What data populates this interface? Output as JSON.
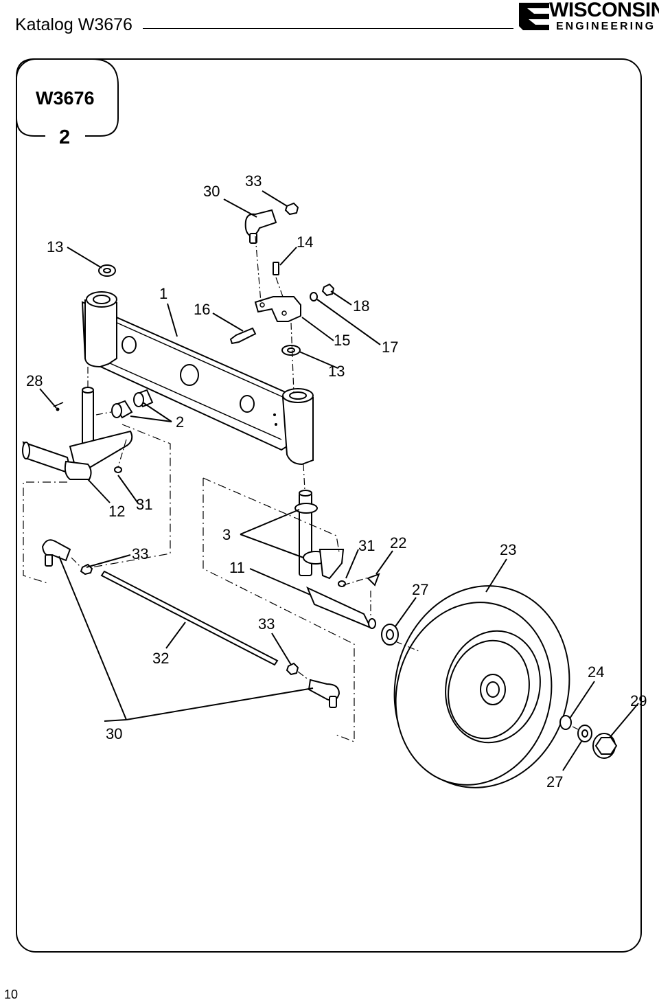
{
  "header": {
    "title": "Katalog W3676",
    "brand_line1": "WISCONSIN",
    "brand_line2": "ENGINEERING"
  },
  "badge": {
    "model": "W3676",
    "page": "2"
  },
  "footer": {
    "page_number": "10"
  },
  "callouts": {
    "c30_top": "30",
    "c33_top": "33",
    "c13_top": "13",
    "c14": "14",
    "c1": "1",
    "c16": "16",
    "c18": "18",
    "c15": "15",
    "c17": "17",
    "c13_mid": "13",
    "c28": "28",
    "c2": "2",
    "c12": "12",
    "c31_left": "31",
    "c33_left": "33",
    "c3": "3",
    "c11": "11",
    "c31_right": "31",
    "c22": "22",
    "c23": "23",
    "c27_top": "27",
    "c33_low": "33",
    "c32": "32",
    "c24": "24",
    "c29": "29",
    "c30_low": "30",
    "c27_low": "27"
  },
  "colors": {
    "ink": "#000000",
    "paper": "#ffffff"
  },
  "icons": {
    "logo": "wisconsin-engineering-logo"
  }
}
